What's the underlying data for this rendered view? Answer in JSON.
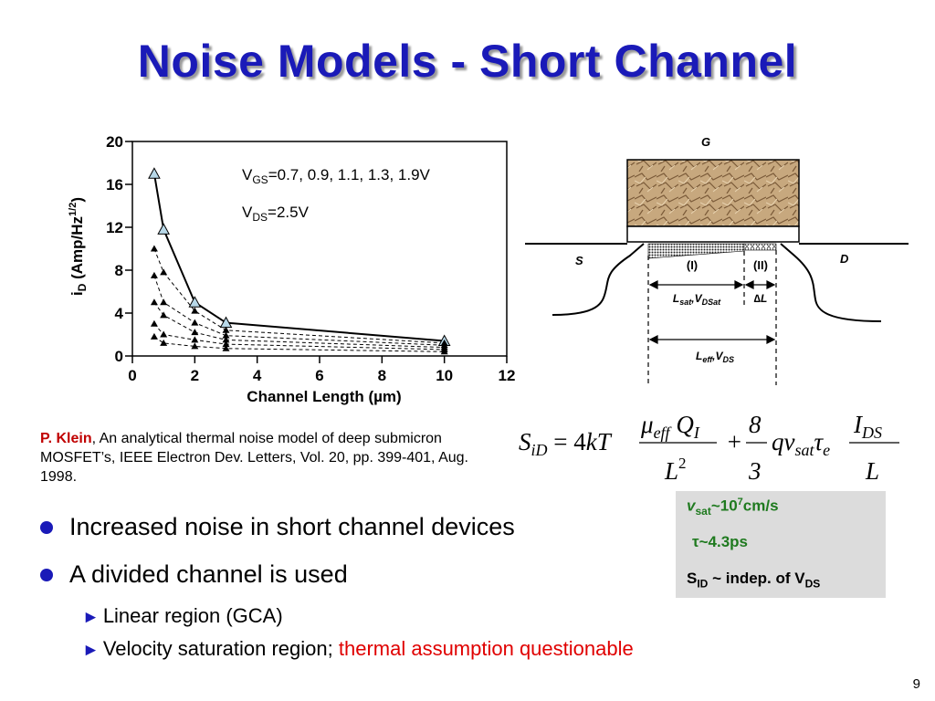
{
  "slide": {
    "title": "Noise Models - Short Channel",
    "page_number": "9"
  },
  "chart_data": {
    "type": "scatter",
    "xlabel": "Channel Length (µm)",
    "ylabel": "iD (Amp/Hz1/2)",
    "xlim": [
      0,
      12
    ],
    "ylim": [
      0,
      20
    ],
    "x_ticks": [
      "0",
      "2",
      "4",
      "6",
      "8",
      "10",
      "12"
    ],
    "y_ticks": [
      "0",
      "4",
      "8",
      "12",
      "16",
      "20"
    ],
    "annotations": [
      "VGS=0.7, 0.9, 1.1, 1.3, 1.9V",
      "VDS=2.5V"
    ],
    "grid": false,
    "series": [
      {
        "marker": "triangle",
        "style": "solid",
        "x": [
          0.7,
          1.0,
          2.0,
          3.0,
          10.0
        ],
        "y": [
          17.0,
          11.8,
          5.0,
          3.1,
          1.4
        ]
      },
      {
        "marker": "filled",
        "style": "dashed",
        "x": [
          0.7,
          1.0,
          2.0,
          3.0,
          10.0
        ],
        "y": [
          10.0,
          7.8,
          4.2,
          2.4,
          1.2
        ]
      },
      {
        "marker": "filled",
        "style": "dashed",
        "x": [
          0.7,
          1.0,
          2.0,
          3.0,
          10.0
        ],
        "y": [
          7.5,
          5.0,
          3.1,
          1.9,
          1.0
        ]
      },
      {
        "marker": "filled",
        "style": "dashed",
        "x": [
          0.7,
          1.0,
          2.0,
          3.0,
          10.0
        ],
        "y": [
          5.0,
          3.8,
          2.2,
          1.5,
          0.8
        ]
      },
      {
        "marker": "filled",
        "style": "dashed",
        "x": [
          0.7,
          1.0,
          2.0,
          3.0,
          10.0
        ],
        "y": [
          3.0,
          2.0,
          1.5,
          1.1,
          0.6
        ]
      },
      {
        "marker": "filled",
        "style": "dashed",
        "x": [
          0.7,
          1.0,
          2.0,
          3.0,
          10.0
        ],
        "y": [
          1.8,
          1.2,
          0.9,
          0.7,
          0.4
        ]
      }
    ]
  },
  "device": {
    "gate": "G",
    "source": "S",
    "drain": "D",
    "region1": "(I)",
    "region2": "(II)",
    "lsat": "Lsat,VDSat",
    "dl": "∆L",
    "leff": "Leff,VDS"
  },
  "reference": {
    "author": "P. Klein",
    "text": ", An analytical thermal noise model of deep submicron MOSFET’s,  IEEE Electron Dev. Letters, Vol. 20, pp. 399-401, Aug. 1998."
  },
  "formula": {
    "text": "SiD = 4kT μeff QI / L² + 8/3 q vsat τe IDS / L"
  },
  "info_box": {
    "vsat": "vsat~107cm/s",
    "tau": "τ~4.3ps",
    "sid": "SID ~ indep. of VDS"
  },
  "bullets": {
    "b1": "Increased noise in short channel devices",
    "b2": "A divided channel is used",
    "s1": "Linear region (GCA)",
    "s2_black": "Velocity saturation region; ",
    "s2_red": "thermal assumption questionable"
  },
  "colors": {
    "title": "#1a1ab8",
    "bullet": "#1a1ab8",
    "highlight": "#e00000",
    "author": "#c00000",
    "info_green": "#1f7a1f",
    "info_box_bg": "#dcdcdc"
  }
}
